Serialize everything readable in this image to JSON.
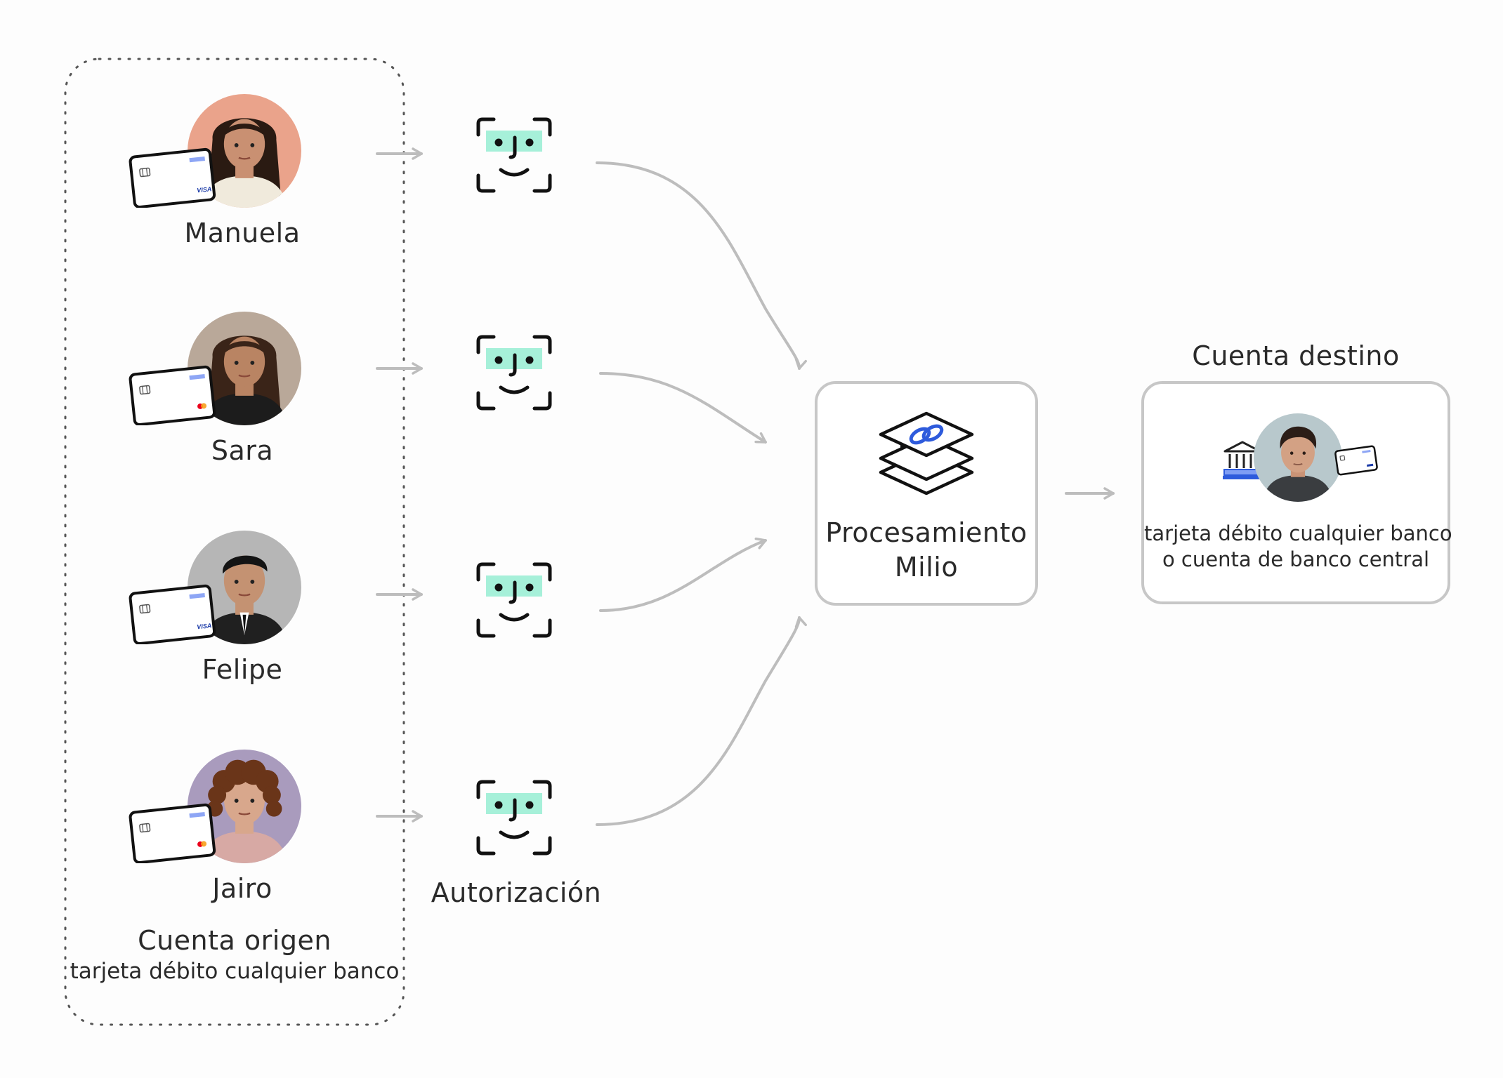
{
  "origin": {
    "title": "Cuenta origen",
    "subtitle": "tarjeta débito cualquier banco",
    "people": [
      {
        "name": "Manuela",
        "card_brand": "visa",
        "avatar_bg": "#eaa38b",
        "hair": "#2a1a12",
        "skin": "#c99072",
        "shirt": "#f0eadc"
      },
      {
        "name": "Sara",
        "card_brand": "mastercard",
        "avatar_bg": "#b9a899",
        "hair": "#3a2418",
        "skin": "#b98463",
        "shirt": "#1c1c1c"
      },
      {
        "name": "Felipe",
        "card_brand": "visa",
        "avatar_bg": "#b6b6b6",
        "hair": "#141414",
        "skin": "#c49272",
        "shirt": "#202020"
      },
      {
        "name": "Jairo",
        "card_brand": "mastercard",
        "avatar_bg": "#a99bbd",
        "hair": "#6a3519",
        "skin": "#d8a78c",
        "shirt": "#d7a9a4"
      }
    ]
  },
  "authorization": {
    "label": "Autorización",
    "icon": "face-id-icon",
    "accent": "#a6f0d9"
  },
  "processing": {
    "label_line1": "Procesamiento",
    "label_line2": "Milio",
    "icon": "layers-link-icon",
    "accent": "#2e5bdc"
  },
  "destination": {
    "title": "Cuenta destino",
    "line1": "tarjeta débito cualquier banco",
    "line2": "o cuenta de banco central",
    "avatar_bg": "#b8c8cc",
    "icon": "bank-icon"
  },
  "colors": {
    "arrow": "#bdbdbd",
    "card_stripe": "#8ea6f5",
    "visa": "#1a3aa8"
  }
}
